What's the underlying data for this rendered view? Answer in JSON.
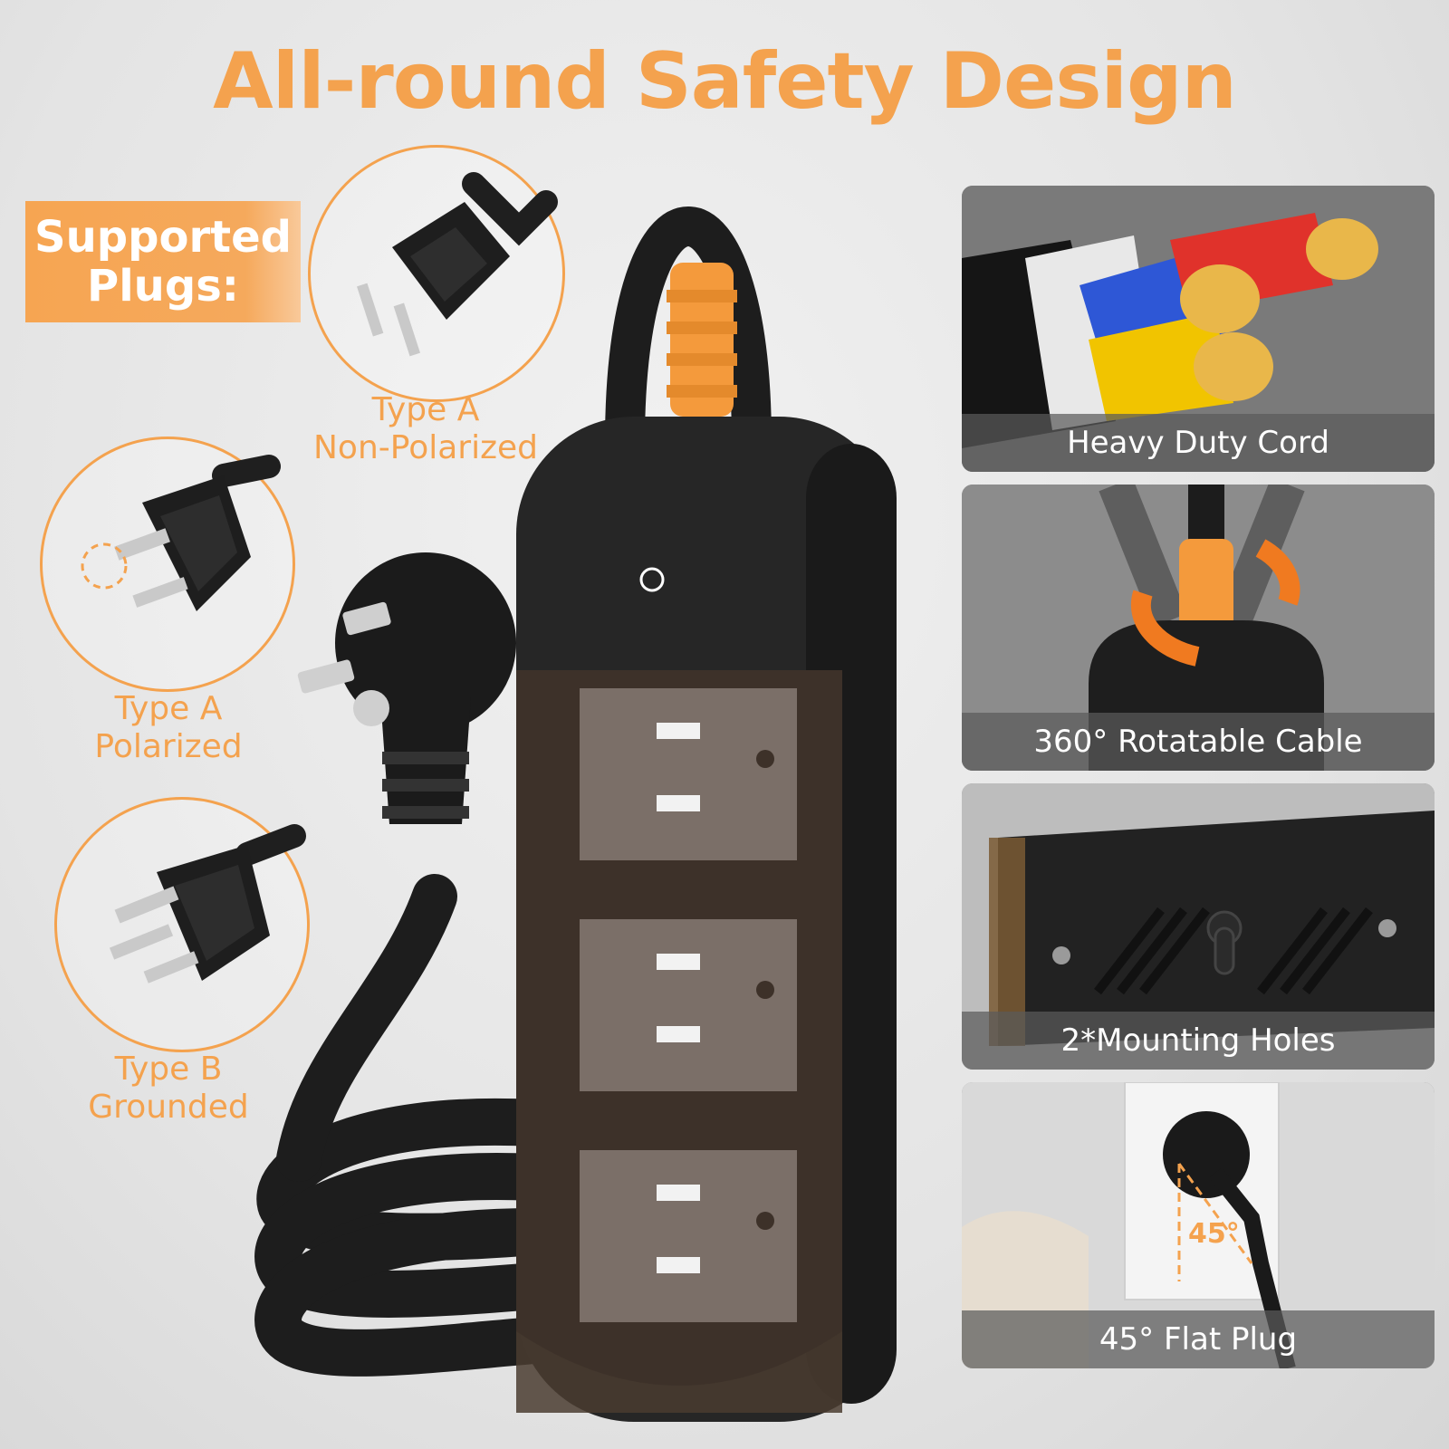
{
  "title": "All-round Safety Design",
  "supported_plugs": {
    "heading": "Supported\nPlugs:",
    "items": [
      {
        "label": "Type A\nNon-Polarized",
        "icon": "two-prong-plug-icon"
      },
      {
        "label": "Type A\nPolarized",
        "icon": "polarized-plug-icon"
      },
      {
        "label": "Type B\nGrounded",
        "icon": "grounded-plug-icon"
      }
    ]
  },
  "features": [
    {
      "caption": "Heavy Duty Cord",
      "icon": "cable-wires-icon"
    },
    {
      "caption": "360° Rotatable Cable",
      "icon": "rotate-icon"
    },
    {
      "caption": "2*Mounting Holes",
      "icon": "mounting-hole-icon"
    },
    {
      "caption": "45° Flat Plug",
      "icon": "flat-plug-icon",
      "angle_label": "45°"
    }
  ],
  "colors": {
    "accent": "#f4a24e",
    "device_body": "#2a2a2a",
    "cord": "#1e1e1e",
    "wire_red": "#e0322b",
    "wire_blue": "#2e57d6",
    "wire_yellow": "#f1c400",
    "copper": "#e9b74a"
  }
}
